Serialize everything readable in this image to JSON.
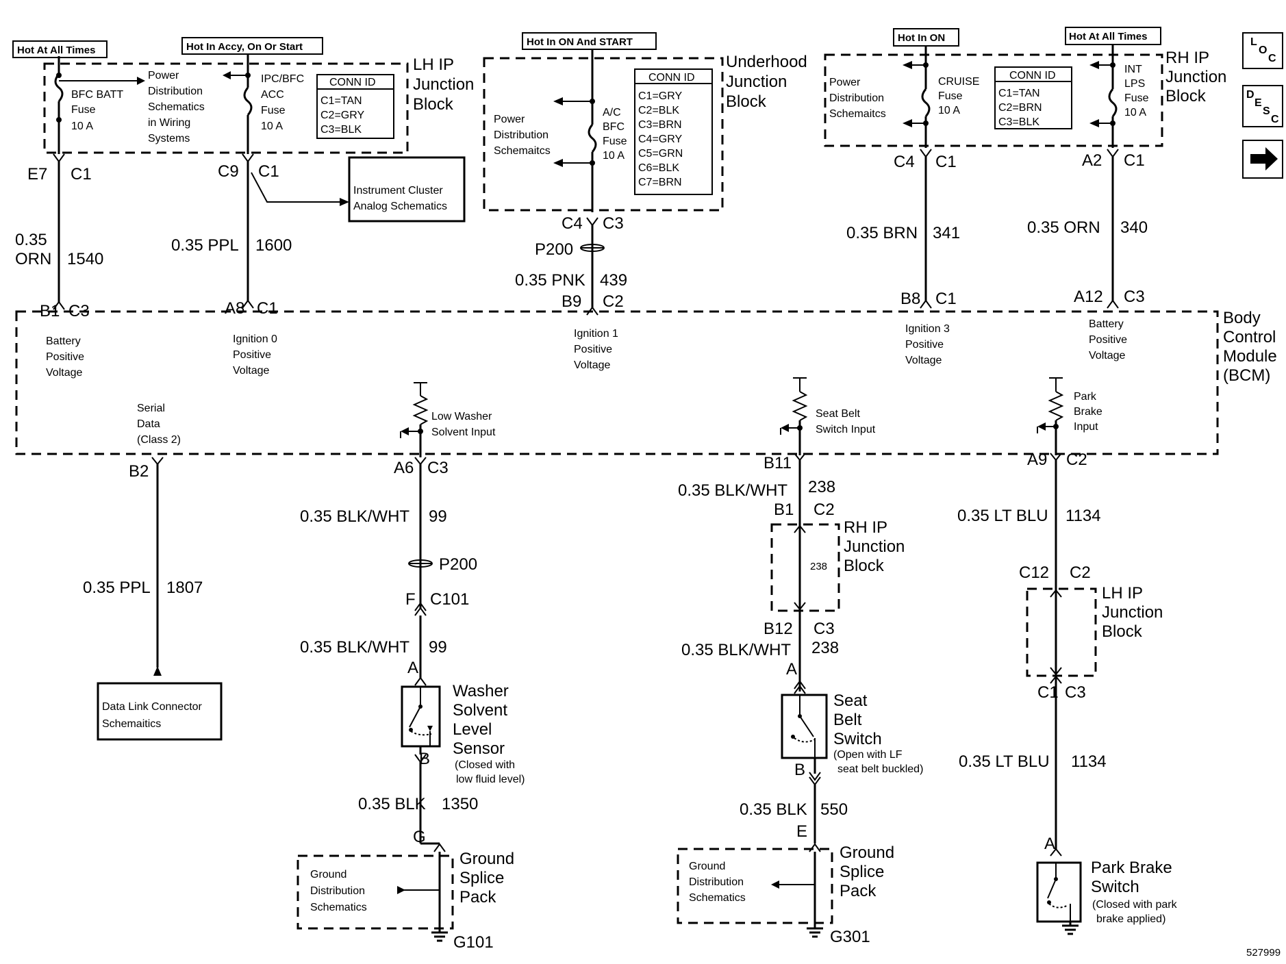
{
  "figure_id": "527999",
  "nav_icons": {
    "loc": "LOC",
    "desc": "DESC",
    "next": "arrow-right-icon"
  },
  "power_labels": {
    "hot_all_times_1": "Hot At All Times",
    "hot_accy": "Hot In Accy, On Or Start",
    "hot_on_start": "Hot In ON And START",
    "hot_in_on": "Hot In ON",
    "hot_all_times_2": "Hot At All Times"
  },
  "lh_ip_block": {
    "name": [
      "LH IP",
      "Junction",
      "Block"
    ],
    "bfc_fuse": [
      "BFC BATT",
      "Fuse",
      "10 A"
    ],
    "power_dist": [
      "Power",
      "Distribution",
      "Schematics",
      "in Wiring",
      "Systems"
    ],
    "ipc_fuse": [
      "IPC/BFC",
      "ACC",
      "Fuse",
      "10 A"
    ],
    "conn_title": "CONN ID",
    "conn": [
      "C1=TAN",
      "C2=GRY",
      "C3=BLK"
    ]
  },
  "underhood_block": {
    "name": [
      "Underhood",
      "Junction",
      "Block"
    ],
    "power_dist": [
      "Power",
      "Distribution",
      "Schemaitcs"
    ],
    "fuse": [
      "A/C",
      "BFC",
      "Fuse",
      "10 A"
    ],
    "conn_title": "CONN ID",
    "conn": [
      "C1=GRY",
      "C2=BLK",
      "C3=BRN",
      "C4=GRY",
      "C5=GRN",
      "C6=BLK",
      "C7=BRN"
    ]
  },
  "rh_ip_block": {
    "name": [
      "RH IP",
      "Junction",
      "Block"
    ],
    "power_dist": [
      "Power",
      "Distribution",
      "Schemaitcs"
    ],
    "cruise_fuse": [
      "CRUISE",
      "Fuse",
      "10 A"
    ],
    "int_fuse": [
      "INT",
      "LPS",
      "Fuse",
      "10 A"
    ],
    "conn_title": "CONN ID",
    "conn": [
      "C1=TAN",
      "C2=BRN",
      "C3=BLK"
    ]
  },
  "instrument_cluster": [
    "Instrument Cluster",
    "Analog Schematics"
  ],
  "wires_top": {
    "w1": {
      "top_pin": "E7",
      "top_conn": "C1",
      "color": [
        "0.35",
        "ORN"
      ],
      "circuit": "1540",
      "bot_pin": "B1",
      "bot_conn": "C3"
    },
    "w2": {
      "top_pin": "C9",
      "top_conn": "C1",
      "color": "0.35 PPL",
      "circuit": "1600",
      "bot_pin": "A8",
      "bot_conn": "C1"
    },
    "w3": {
      "top_pin": "C4",
      "top_conn": "C3",
      "splice": "P200",
      "color": "0.35 PNK",
      "circuit": "439",
      "bot_pin": "B9",
      "bot_conn": "C2"
    },
    "w4": {
      "top_pin": "C4",
      "top_conn": "C1",
      "color": "0.35 BRN",
      "circuit": "341",
      "bot_pin": "B8",
      "bot_conn": "C1"
    },
    "w5": {
      "top_pin": "A2",
      "top_conn": "C1",
      "color": "0.35 ORN",
      "circuit": "340",
      "bot_pin": "A12",
      "bot_conn": "C3"
    }
  },
  "bcm": {
    "name": [
      "Body",
      "Control",
      "Module",
      "(BCM)"
    ],
    "batt1": [
      "Battery",
      "Positive",
      "Voltage"
    ],
    "ign0": [
      "Ignition 0",
      "Positive",
      "Voltage"
    ],
    "ign1": [
      "Ignition 1",
      "Positive",
      "Voltage"
    ],
    "ign3": [
      "Ignition 3",
      "Positive",
      "Voltage"
    ],
    "batt2": [
      "Battery",
      "Positive",
      "Voltage"
    ],
    "serial": [
      "Serial",
      "Data",
      "(Class 2)"
    ],
    "low_washer": [
      "Low Washer",
      "Solvent Input"
    ],
    "seat_belt": [
      "Seat Belt",
      "Switch Input"
    ],
    "park_brake": [
      "Park",
      "Brake",
      "Input"
    ]
  },
  "serial_wire": {
    "pin": "B2",
    "color": "0.35 PPL",
    "circuit": "1807"
  },
  "data_link": [
    "Data Link Connector",
    "Schemaitics"
  ],
  "washer": {
    "pin": "A6",
    "conn": "C3",
    "color1": "0.35 BLK/WHT",
    "circuit1": "99",
    "splice": "P200",
    "inline_pin": "F",
    "inline_conn": "C101",
    "color2": "0.35 BLK/WHT",
    "circuit2": "99",
    "sensor_pin_a": "A",
    "sensor": [
      "Washer",
      "Solvent",
      "Level",
      "Sensor"
    ],
    "sensor_note": [
      "(Closed with",
      "low fluid level)"
    ],
    "sensor_pin_b": "B",
    "color3": "0.35 BLK",
    "circuit3": "1350",
    "gnd_pin": "G",
    "gnd_pack": [
      "Ground",
      "Splice",
      "Pack"
    ],
    "gnd_dist": [
      "Ground",
      "Distribution",
      "Schematics"
    ],
    "ground": "G101"
  },
  "seatbelt": {
    "pin": "B11",
    "color1": "0.35 BLK/WHT",
    "circuit1": "238",
    "rh_pin1": "B1",
    "rh_conn1": "C2",
    "rh_block": [
      "RH IP",
      "Junction",
      "Block"
    ],
    "rh_circuit": "238",
    "rh_pin2": "B12",
    "rh_conn2": "C3",
    "color2": "0.35 BLK/WHT",
    "circuit2": "238",
    "switch_pin_a": "A",
    "switch": [
      "Seat",
      "Belt",
      "Switch"
    ],
    "switch_note": [
      "(Open with LF",
      "seat belt buckled)"
    ],
    "switch_pin_b": "B",
    "color3": "0.35 BLK",
    "circuit3": "550",
    "gnd_pin": "E",
    "gnd_pack": [
      "Ground",
      "Splice",
      "Pack"
    ],
    "gnd_dist": [
      "Ground",
      "Distribution",
      "Schematics"
    ],
    "ground": "G301"
  },
  "parkbrake": {
    "pin": "A9",
    "conn": "C2",
    "color1": "0.35 LT BLU",
    "circuit1": "1134",
    "lh_pin1": "C12",
    "lh_conn1": "C2",
    "lh_block": [
      "LH IP",
      "Junction",
      "Block"
    ],
    "lh_pin2": "C1",
    "lh_conn2": "C3",
    "color2": "0.35 LT BLU",
    "circuit2": "1134",
    "switch_pin_a": "A",
    "switch": [
      "Park Brake",
      "Switch"
    ],
    "switch_note": [
      "(Closed with park",
      "brake applied)"
    ]
  }
}
